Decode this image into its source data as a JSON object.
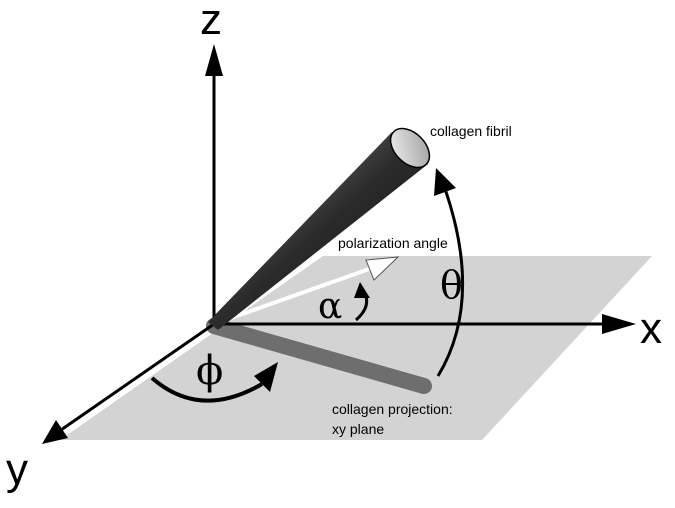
{
  "axes": {
    "x_label": "x",
    "y_label": "y",
    "z_label": "z"
  },
  "angles": {
    "theta": "θ",
    "phi": "ϕ",
    "alpha": "α"
  },
  "annotations": {
    "fibril": "collagen fibril",
    "polarization": "polarization angle",
    "projection_line1": "collagen projection:",
    "projection_line2": "xy plane"
  },
  "colors": {
    "plane": "#d3d3d3",
    "ink": "#000000",
    "projection": "#6e6e6e",
    "fibril_dark": "#1a1a1a",
    "fibril_light": "#bdbdbd"
  }
}
